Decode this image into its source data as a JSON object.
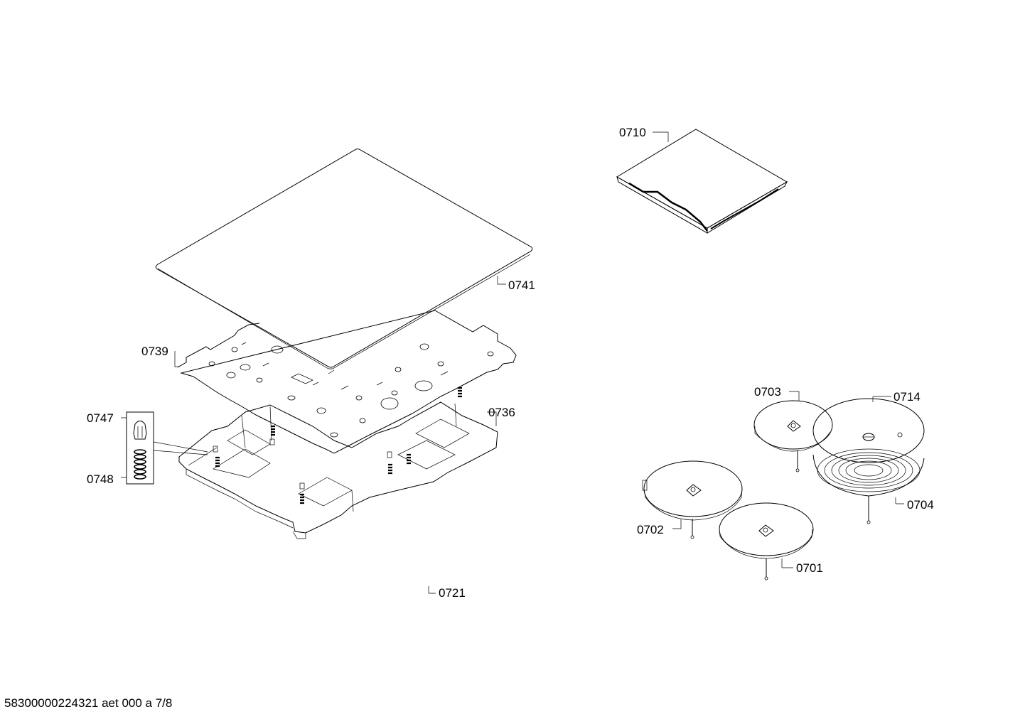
{
  "diagram": {
    "callouts": {
      "c0710": "0710",
      "c0741": "0741",
      "c0739": "0739",
      "c0736": "0736",
      "c0747": "0747",
      "c0748": "0748",
      "c0721": "0721",
      "c0703": "0703",
      "c0714": "0714",
      "c0704": "0704",
      "c0702": "0702",
      "c0701": "0701"
    }
  },
  "footer": {
    "document_id": "58300000224321 aet 000 a 7/8"
  }
}
